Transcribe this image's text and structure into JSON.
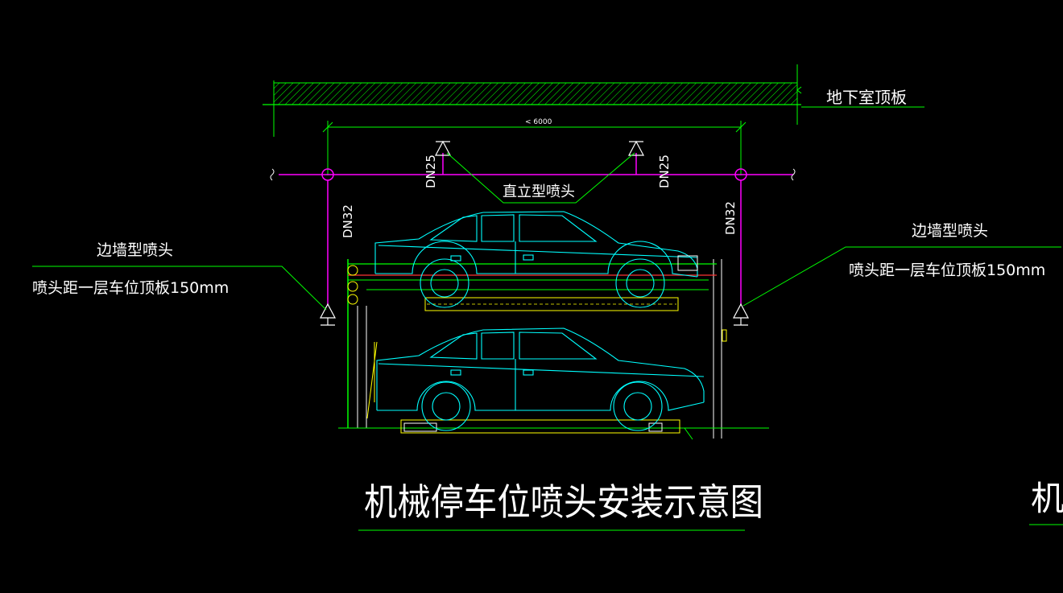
{
  "labels": {
    "ceiling": "地下室顶板",
    "dimension": "< 6000",
    "upright_sprinkler": "直立型喷头",
    "pipe_dn25_left": "DN25",
    "pipe_dn25_right": "DN25",
    "pipe_dn32_left": "DN32",
    "pipe_dn32_right": "DN32",
    "sidewall_left_title": "边墙型喷头",
    "sidewall_left_note": "喷头距一层车位顶板150mm",
    "sidewall_right_title": "边墙型喷头",
    "sidewall_right_note": "喷头距一层车位顶板150mm",
    "drawing_title": "机械停车位喷头安装示意图",
    "next_title_fragment": "机"
  },
  "colors": {
    "background": "#000000",
    "pipe": "#ff00ff",
    "annotation": "#00ff00",
    "car": "#00ffff",
    "text": "#ffffff",
    "mechanism": "#ffff00",
    "equipment": "#ff3333"
  }
}
